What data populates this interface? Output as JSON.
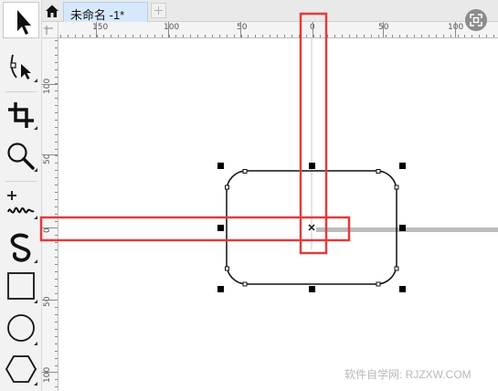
{
  "tabs": {
    "home_icon": "home-icon",
    "document_title": "未命名 -1*",
    "add_icon": "plus-icon"
  },
  "toolbox": {
    "tools": [
      {
        "name": "pick-tool",
        "icon": "arrow-pointer-icon",
        "selected": true
      },
      {
        "name": "shape-tool",
        "icon": "shape-edit-icon",
        "selected": false
      },
      {
        "name": "crop-tool",
        "icon": "crop-icon",
        "selected": false
      },
      {
        "name": "zoom-tool",
        "icon": "magnifier-icon",
        "selected": false
      },
      {
        "name": "freehand-tool",
        "icon": "freehand-icon",
        "selected": false
      },
      {
        "name": "artistic-media-tool",
        "icon": "brush-curve-icon",
        "selected": false
      },
      {
        "name": "rectangle-tool",
        "icon": "rectangle-icon",
        "selected": false
      },
      {
        "name": "ellipse-tool",
        "icon": "ellipse-icon",
        "selected": false
      },
      {
        "name": "polygon-tool",
        "icon": "hexagon-icon",
        "selected": false
      }
    ]
  },
  "rulers": {
    "horizontal_labels": [
      "150",
      "100",
      "50",
      "0",
      "50",
      "100"
    ],
    "vertical_labels": [
      "100",
      "50",
      "0",
      "50",
      "100"
    ]
  },
  "zoom_button": {
    "icon": "fit-page-icon"
  },
  "colors": {
    "highlight": "#e03c3c",
    "tab_active": "#d6e8fb",
    "selection_handle": "#000000",
    "guideline": "#bdbdbd"
  },
  "watermark": "软件自学网: RJZXW.COM"
}
